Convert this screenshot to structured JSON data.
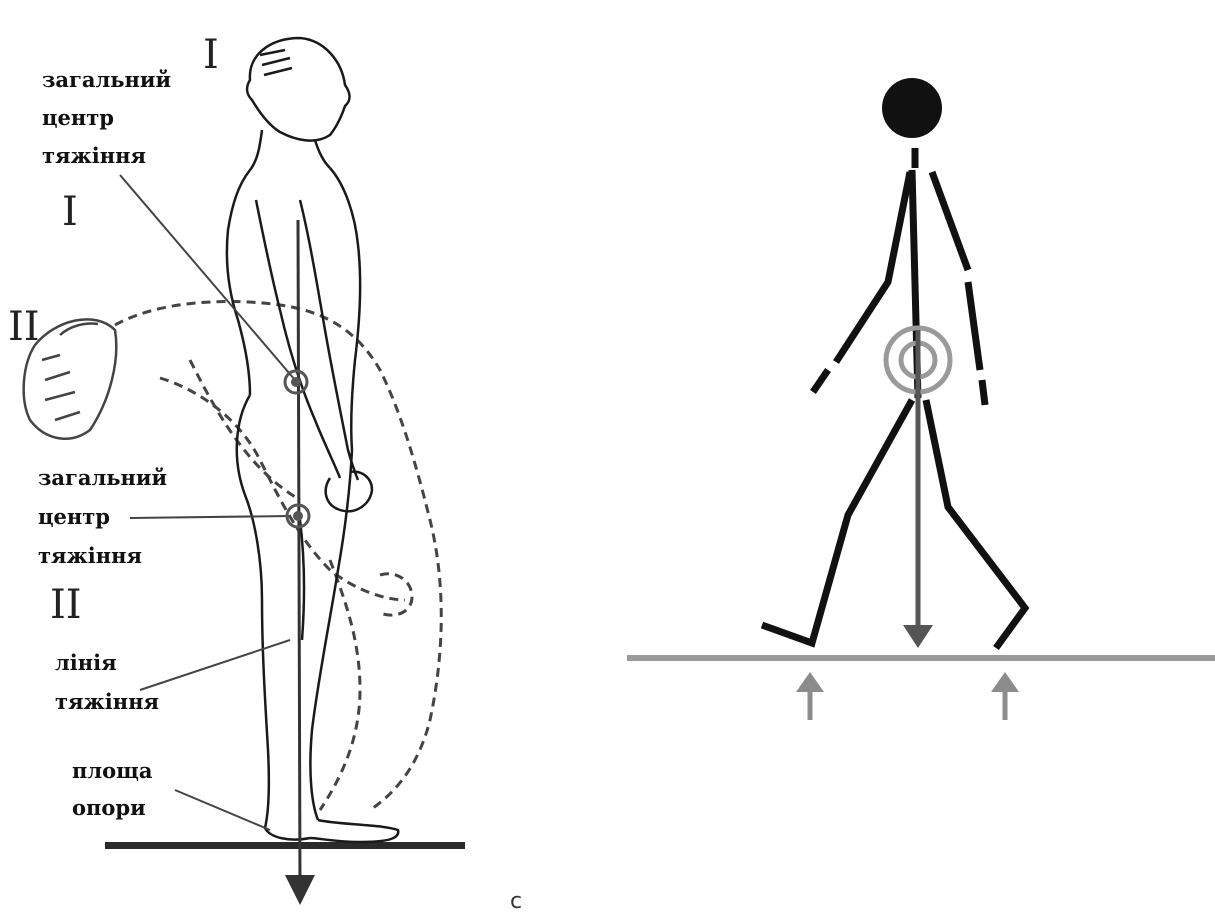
{
  "left_figure": {
    "roman_upper_top": "I",
    "roman_upper_mid": "I",
    "roman_lower_left": "II",
    "roman_lower_mid": "II",
    "label_cog_1": [
      "загальний",
      "центр",
      "тяжіння"
    ],
    "label_cog_2": [
      "загальний",
      "центр",
      "тяжіння"
    ],
    "label_gravity_line": [
      "лінія",
      "тяжіння"
    ],
    "label_support_area": [
      "площа",
      "опори"
    ]
  },
  "stray_glyph": "c",
  "colors": {
    "ink": "#1a1a1a",
    "dashed_outline": "#444444",
    "gravity_line": "#555555",
    "stick_figure": "#111111",
    "ground_line": "#9a9a9a",
    "support_arrows": "#8c8c8c",
    "cog_rings": "#9a9a9a"
  }
}
